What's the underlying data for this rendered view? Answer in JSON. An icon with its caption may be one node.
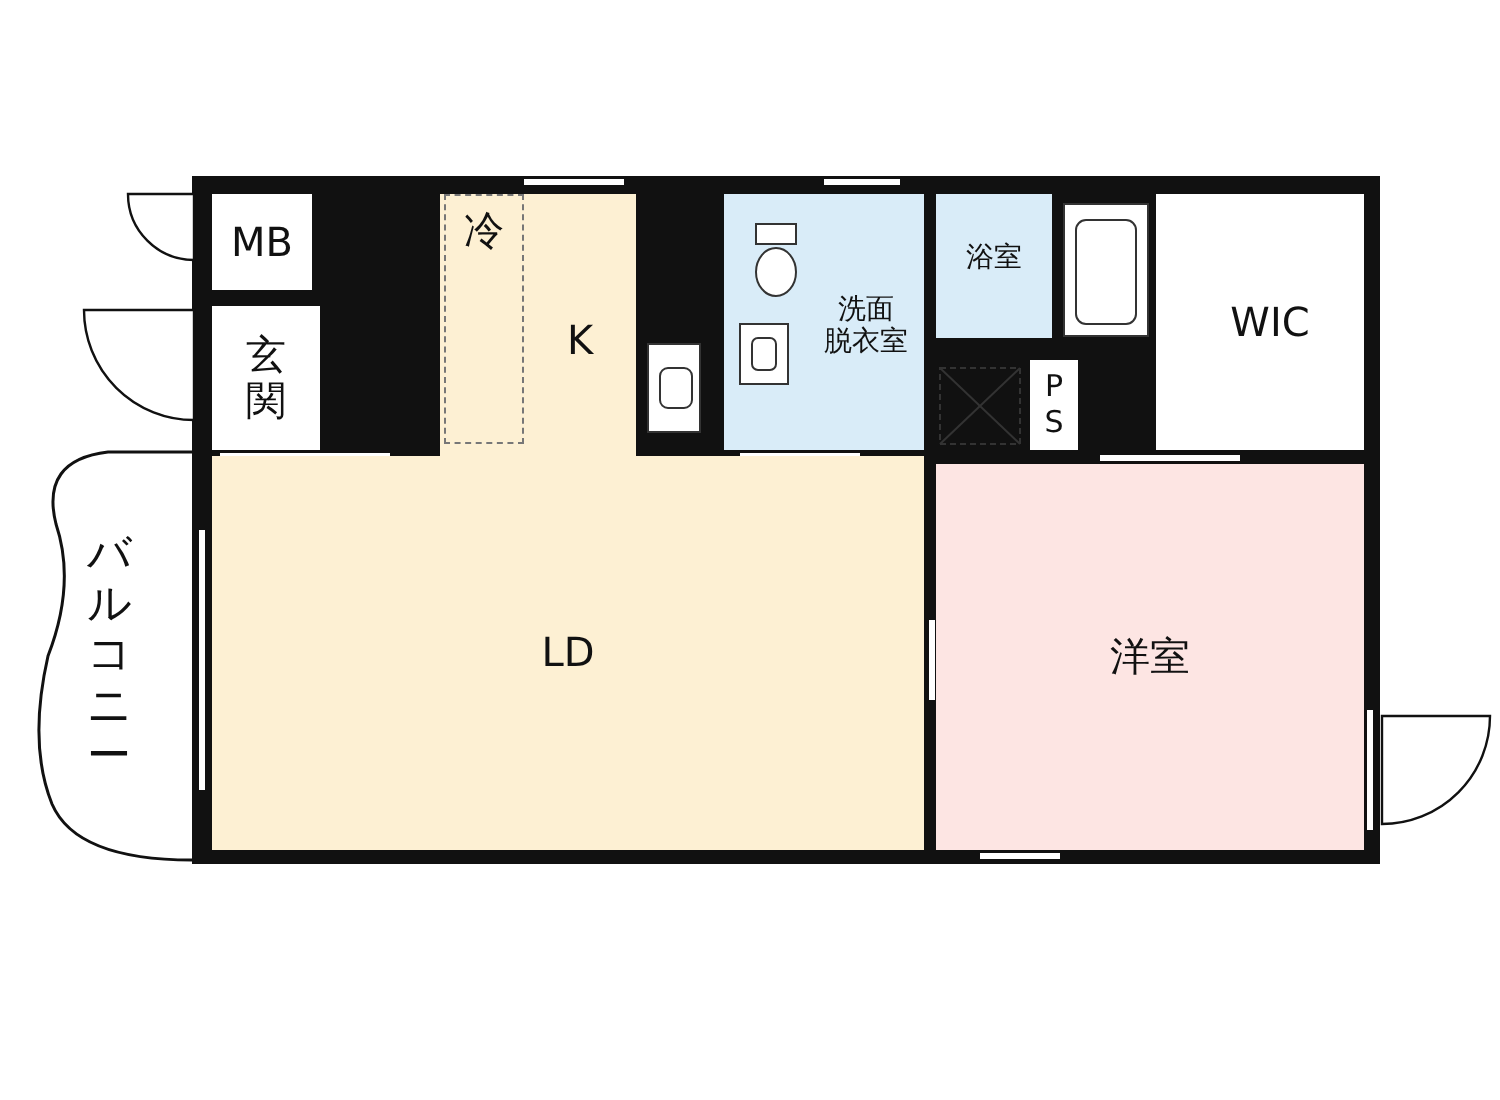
{
  "diagram": {
    "nodes": [
      {
        "text": [
          "MB"
        ]
      },
      {
        "text": [
          "K"
        ]
      },
      {
        "text": [
          "冷"
        ],
        "in": 1
      },
      {
        "text": [
          "洗面脱衣室"
        ]
      },
      {
        "text": [
          "浴室"
        ]
      },
      {
        "text": [
          "WIC"
        ]
      },
      {
        "text": [
          "玄関"
        ]
      },
      {
        "text": [
          "PS"
        ]
      },
      {
        "text": [
          "バルコニー"
        ]
      },
      {
        "text": [
          "LD"
        ]
      },
      {
        "text": [
          "洋室"
        ]
      }
    ]
  }
}
